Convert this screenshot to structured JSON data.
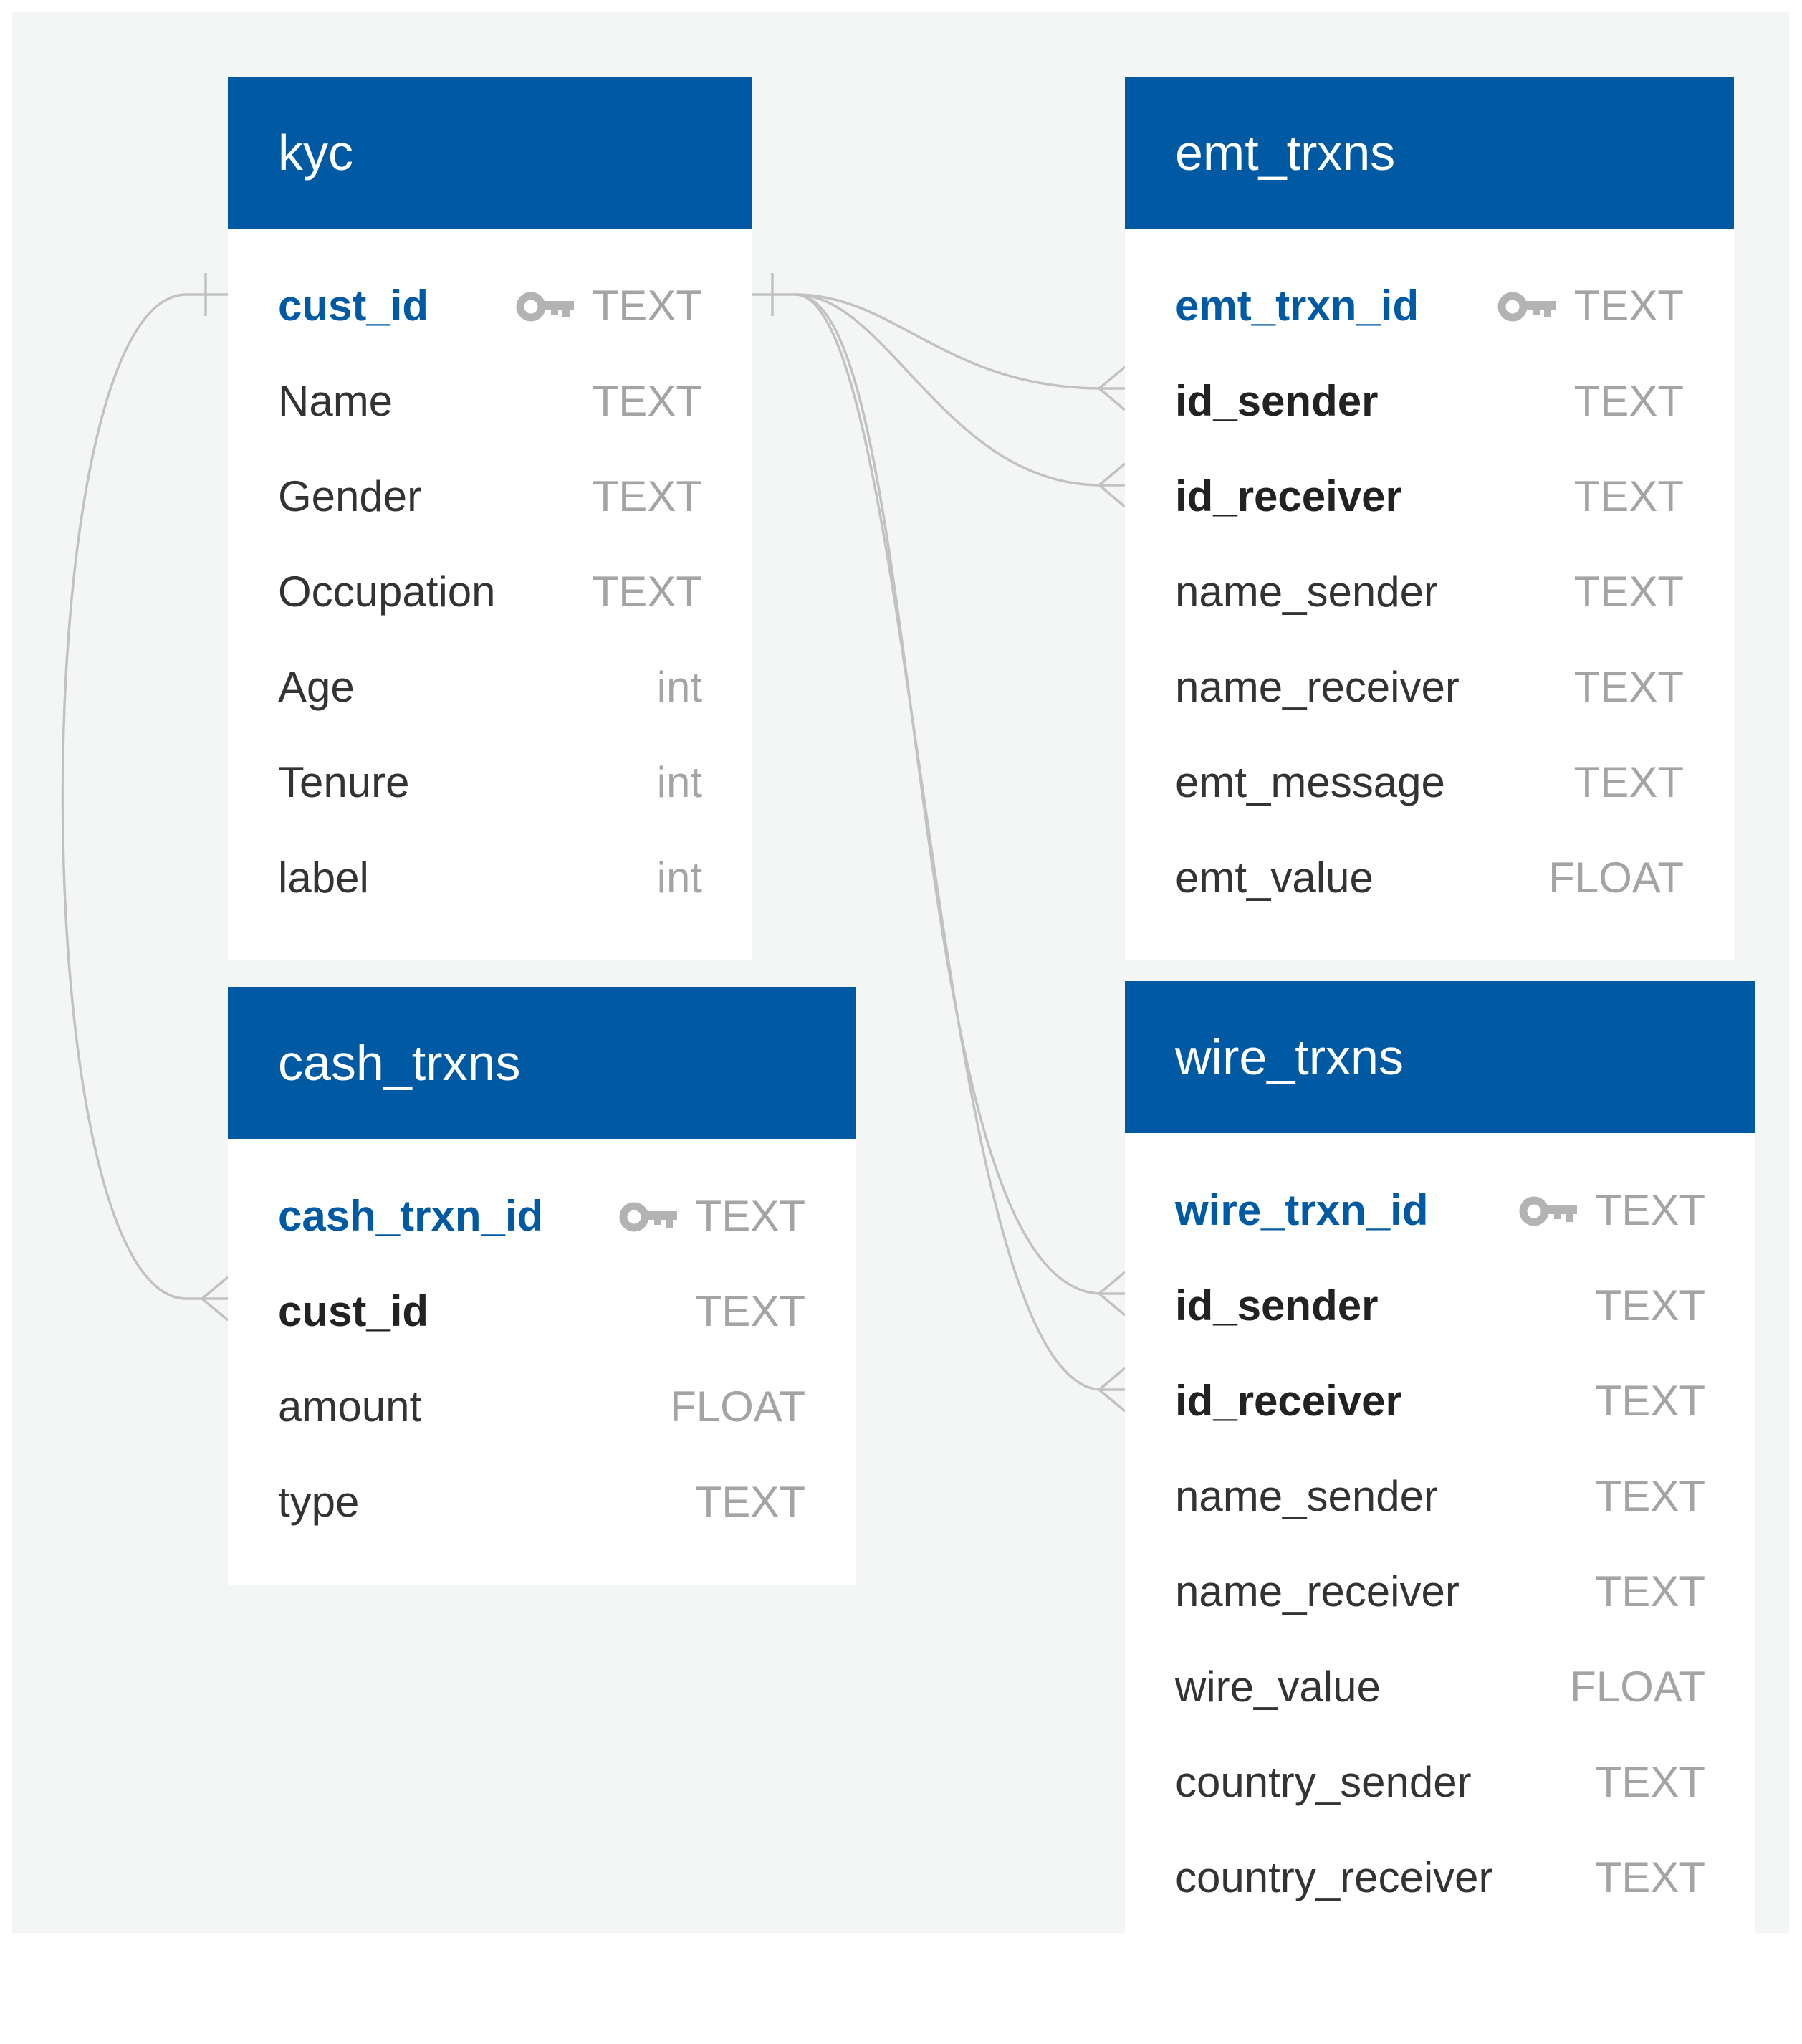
{
  "tables": [
    {
      "name": "kyc",
      "columns": [
        {
          "name": "cust_id",
          "type": "TEXT",
          "role": "pk"
        },
        {
          "name": "Name",
          "type": "TEXT",
          "role": ""
        },
        {
          "name": "Gender",
          "type": "TEXT",
          "role": ""
        },
        {
          "name": "Occupation",
          "type": "TEXT",
          "role": ""
        },
        {
          "name": "Age",
          "type": "int",
          "role": ""
        },
        {
          "name": "Tenure",
          "type": "int",
          "role": ""
        },
        {
          "name": "label",
          "type": "int",
          "role": ""
        }
      ]
    },
    {
      "name": "emt_trxns",
      "columns": [
        {
          "name": "emt_trxn_id",
          "type": "TEXT",
          "role": "pk"
        },
        {
          "name": "id_sender",
          "type": "TEXT",
          "role": "fk"
        },
        {
          "name": "id_receiver",
          "type": "TEXT",
          "role": "fk"
        },
        {
          "name": "name_sender",
          "type": "TEXT",
          "role": ""
        },
        {
          "name": "name_receiver",
          "type": "TEXT",
          "role": ""
        },
        {
          "name": "emt_message",
          "type": "TEXT",
          "role": ""
        },
        {
          "name": "emt_value",
          "type": "FLOAT",
          "role": ""
        }
      ]
    },
    {
      "name": "cash_trxns",
      "columns": [
        {
          "name": "cash_trxn_id",
          "type": "TEXT",
          "role": "pk"
        },
        {
          "name": "cust_id",
          "type": "TEXT",
          "role": "fk"
        },
        {
          "name": "amount",
          "type": "FLOAT",
          "role": ""
        },
        {
          "name": "type",
          "type": "TEXT",
          "role": ""
        }
      ]
    },
    {
      "name": "wire_trxns",
      "columns": [
        {
          "name": "wire_trxn_id",
          "type": "TEXT",
          "role": "pk"
        },
        {
          "name": "id_sender",
          "type": "TEXT",
          "role": "fk"
        },
        {
          "name": "id_receiver",
          "type": "TEXT",
          "role": "fk"
        },
        {
          "name": "name_sender",
          "type": "TEXT",
          "role": ""
        },
        {
          "name": "name_receiver",
          "type": "TEXT",
          "role": ""
        },
        {
          "name": "wire_value",
          "type": "FLOAT",
          "role": ""
        },
        {
          "name": "country_sender",
          "type": "TEXT",
          "role": ""
        },
        {
          "name": "country_receiver",
          "type": "TEXT",
          "role": ""
        }
      ]
    }
  ],
  "relationships": [
    {
      "from": "kyc.cust_id",
      "to": "cash_trxns.cust_id",
      "cardinality": "one-to-many"
    },
    {
      "from": "kyc.cust_id",
      "to": "emt_trxns.id_sender",
      "cardinality": "one-to-many"
    },
    {
      "from": "kyc.cust_id",
      "to": "emt_trxns.id_receiver",
      "cardinality": "one-to-many"
    },
    {
      "from": "kyc.cust_id",
      "to": "wire_trxns.id_sender",
      "cardinality": "one-to-many"
    },
    {
      "from": "kyc.cust_id",
      "to": "wire_trxns.id_receiver",
      "cardinality": "one-to-many"
    }
  ],
  "icons": {
    "primary_key": "key-icon"
  },
  "colors": {
    "header": "#005aa3",
    "primary_key_text": "#005aa3",
    "type_text": "#a4a4a4",
    "link_line": "#c2c2c2",
    "canvas": "#f4f6f6"
  }
}
